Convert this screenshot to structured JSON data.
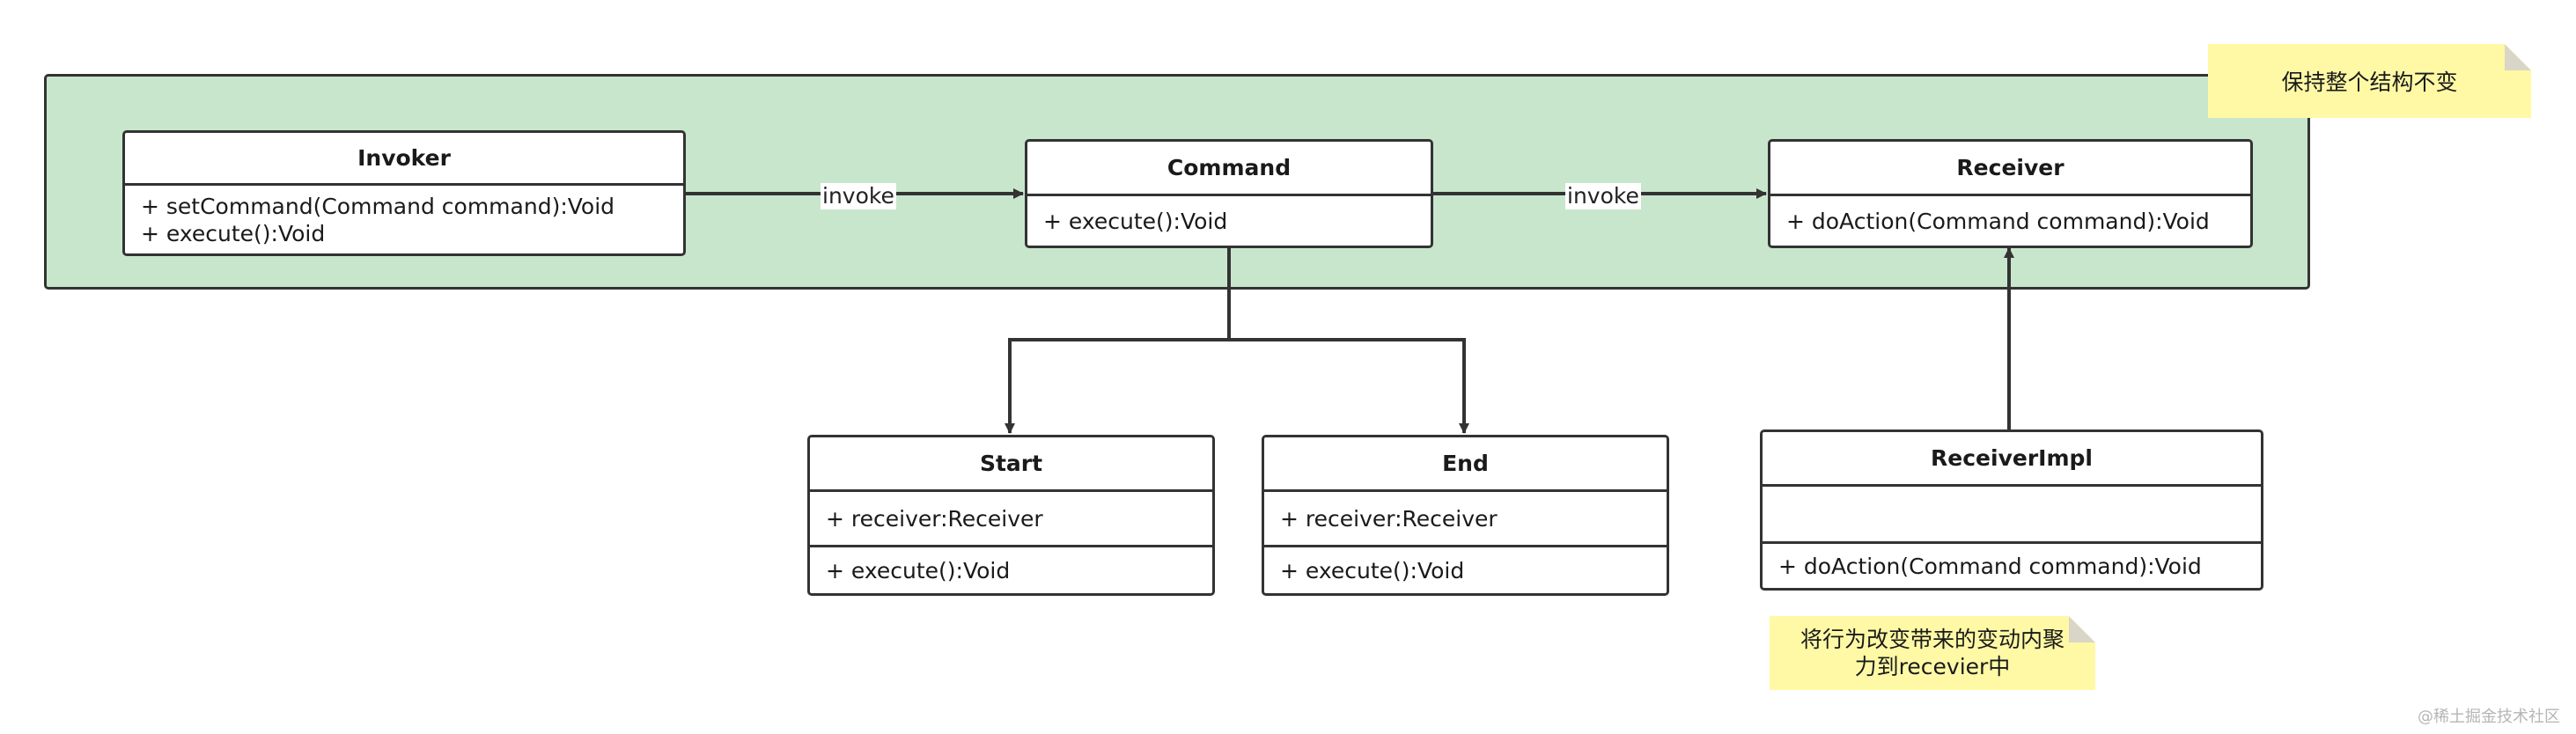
{
  "classes": {
    "invoker": {
      "name": "Invoker",
      "methods": [
        "+ setCommand(Command command):Void",
        "+ execute():Void"
      ]
    },
    "command": {
      "name": "Command",
      "methods": [
        "+ execute():Void"
      ]
    },
    "receiver": {
      "name": "Receiver",
      "methods": [
        "+ doAction(Command command):Void"
      ]
    },
    "start": {
      "name": "Start",
      "attributes": [
        "+ receiver:Receiver"
      ],
      "methods": [
        "+ execute():Void"
      ]
    },
    "end": {
      "name": "End",
      "attributes": [
        "+ receiver:Receiver"
      ],
      "methods": [
        "+ execute():Void"
      ]
    },
    "receiver_impl": {
      "name": "ReceiverImpl",
      "attributes": [],
      "methods": [
        "+ doAction(Command command):Void"
      ]
    }
  },
  "edges": {
    "invoker_to_command": "invoke",
    "command_to_receiver": "invoke"
  },
  "notes": {
    "structure": "保持整个结构不变",
    "behavior_line1": "将行为改变带来的变动内聚",
    "behavior_line2": "力到recevier中"
  },
  "watermark": "@稀土掘金技术社区",
  "colors": {
    "group_fill": "#c8e6cc",
    "note_fill": "#fff9a6",
    "stroke": "#333333"
  }
}
